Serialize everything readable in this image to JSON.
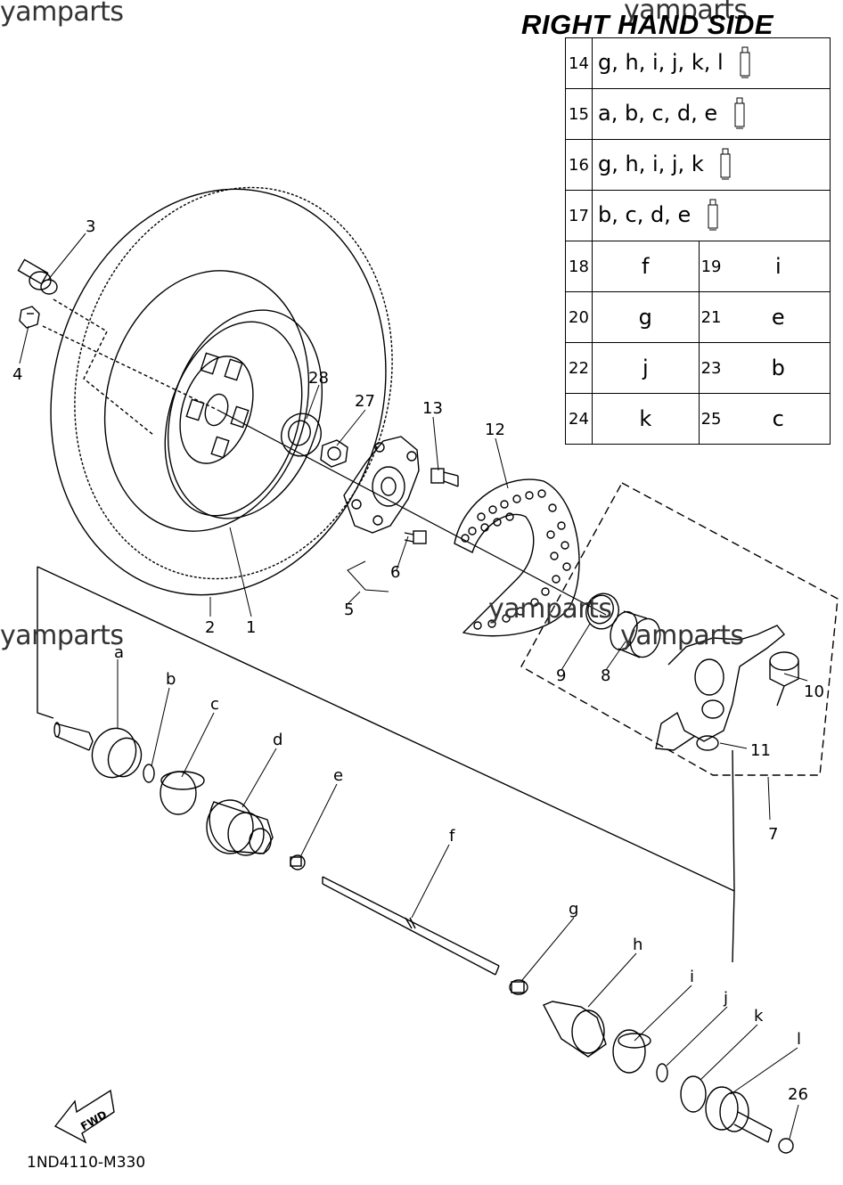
{
  "watermark": "yamparts",
  "title": "RIGHT HAND SIDE",
  "diagram_code": "1ND4110-M330",
  "fwd_label": "FWD",
  "legend": {
    "kits": [
      {
        "num": "14",
        "parts": "g, h, i, j, k, l"
      },
      {
        "num": "15",
        "parts": "a, b, c, d, e"
      },
      {
        "num": "16",
        "parts": "g, h, i, j, k"
      },
      {
        "num": "17",
        "parts": "b, c, d, e"
      }
    ],
    "pairs": [
      {
        "num1": "18",
        "code1": "f",
        "num2": "19",
        "code2": "i"
      },
      {
        "num1": "20",
        "code1": "g",
        "num2": "21",
        "code2": "e"
      },
      {
        "num1": "22",
        "code1": "j",
        "num2": "23",
        "code2": "b"
      },
      {
        "num1": "24",
        "code1": "k",
        "num2": "25",
        "code2": "c"
      }
    ]
  },
  "callouts": {
    "n1": "1",
    "n2": "2",
    "n3": "3",
    "n4": "4",
    "n5": "5",
    "n6": "6",
    "n7": "7",
    "n8": "8",
    "n9": "9",
    "n10": "10",
    "n11": "11",
    "n12": "12",
    "n13": "13",
    "n26": "26",
    "n27": "27",
    "n28": "28",
    "a": "a",
    "b": "b",
    "c": "c",
    "d": "d",
    "e": "e",
    "f": "f",
    "g": "g",
    "h": "h",
    "i": "i",
    "j": "j",
    "k": "k",
    "l": "l"
  }
}
